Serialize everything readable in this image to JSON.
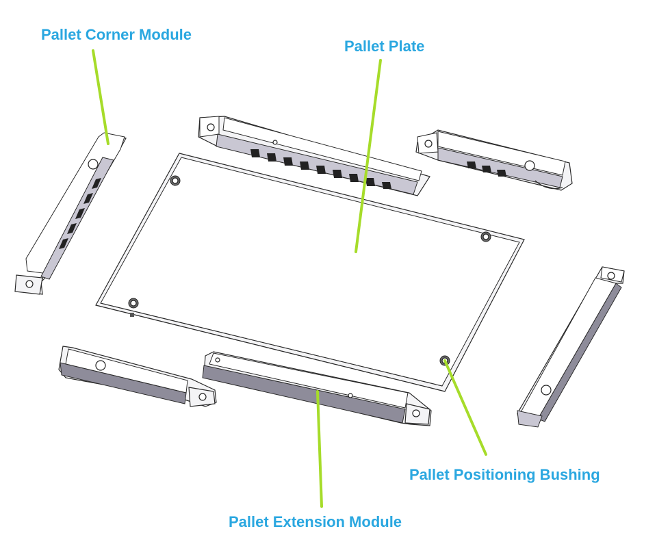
{
  "labels": {
    "corner_module": "Pallet Corner Module",
    "plate": "Pallet Plate",
    "bushing": "Pallet Positioning Bushing",
    "extension_module": "Pallet Extension Module"
  },
  "colors": {
    "label_text": "#2aa7e0",
    "leader_line": "#a6dc2a",
    "part_shade": "#8e8c9a",
    "line_art": "#2a2a2a"
  }
}
